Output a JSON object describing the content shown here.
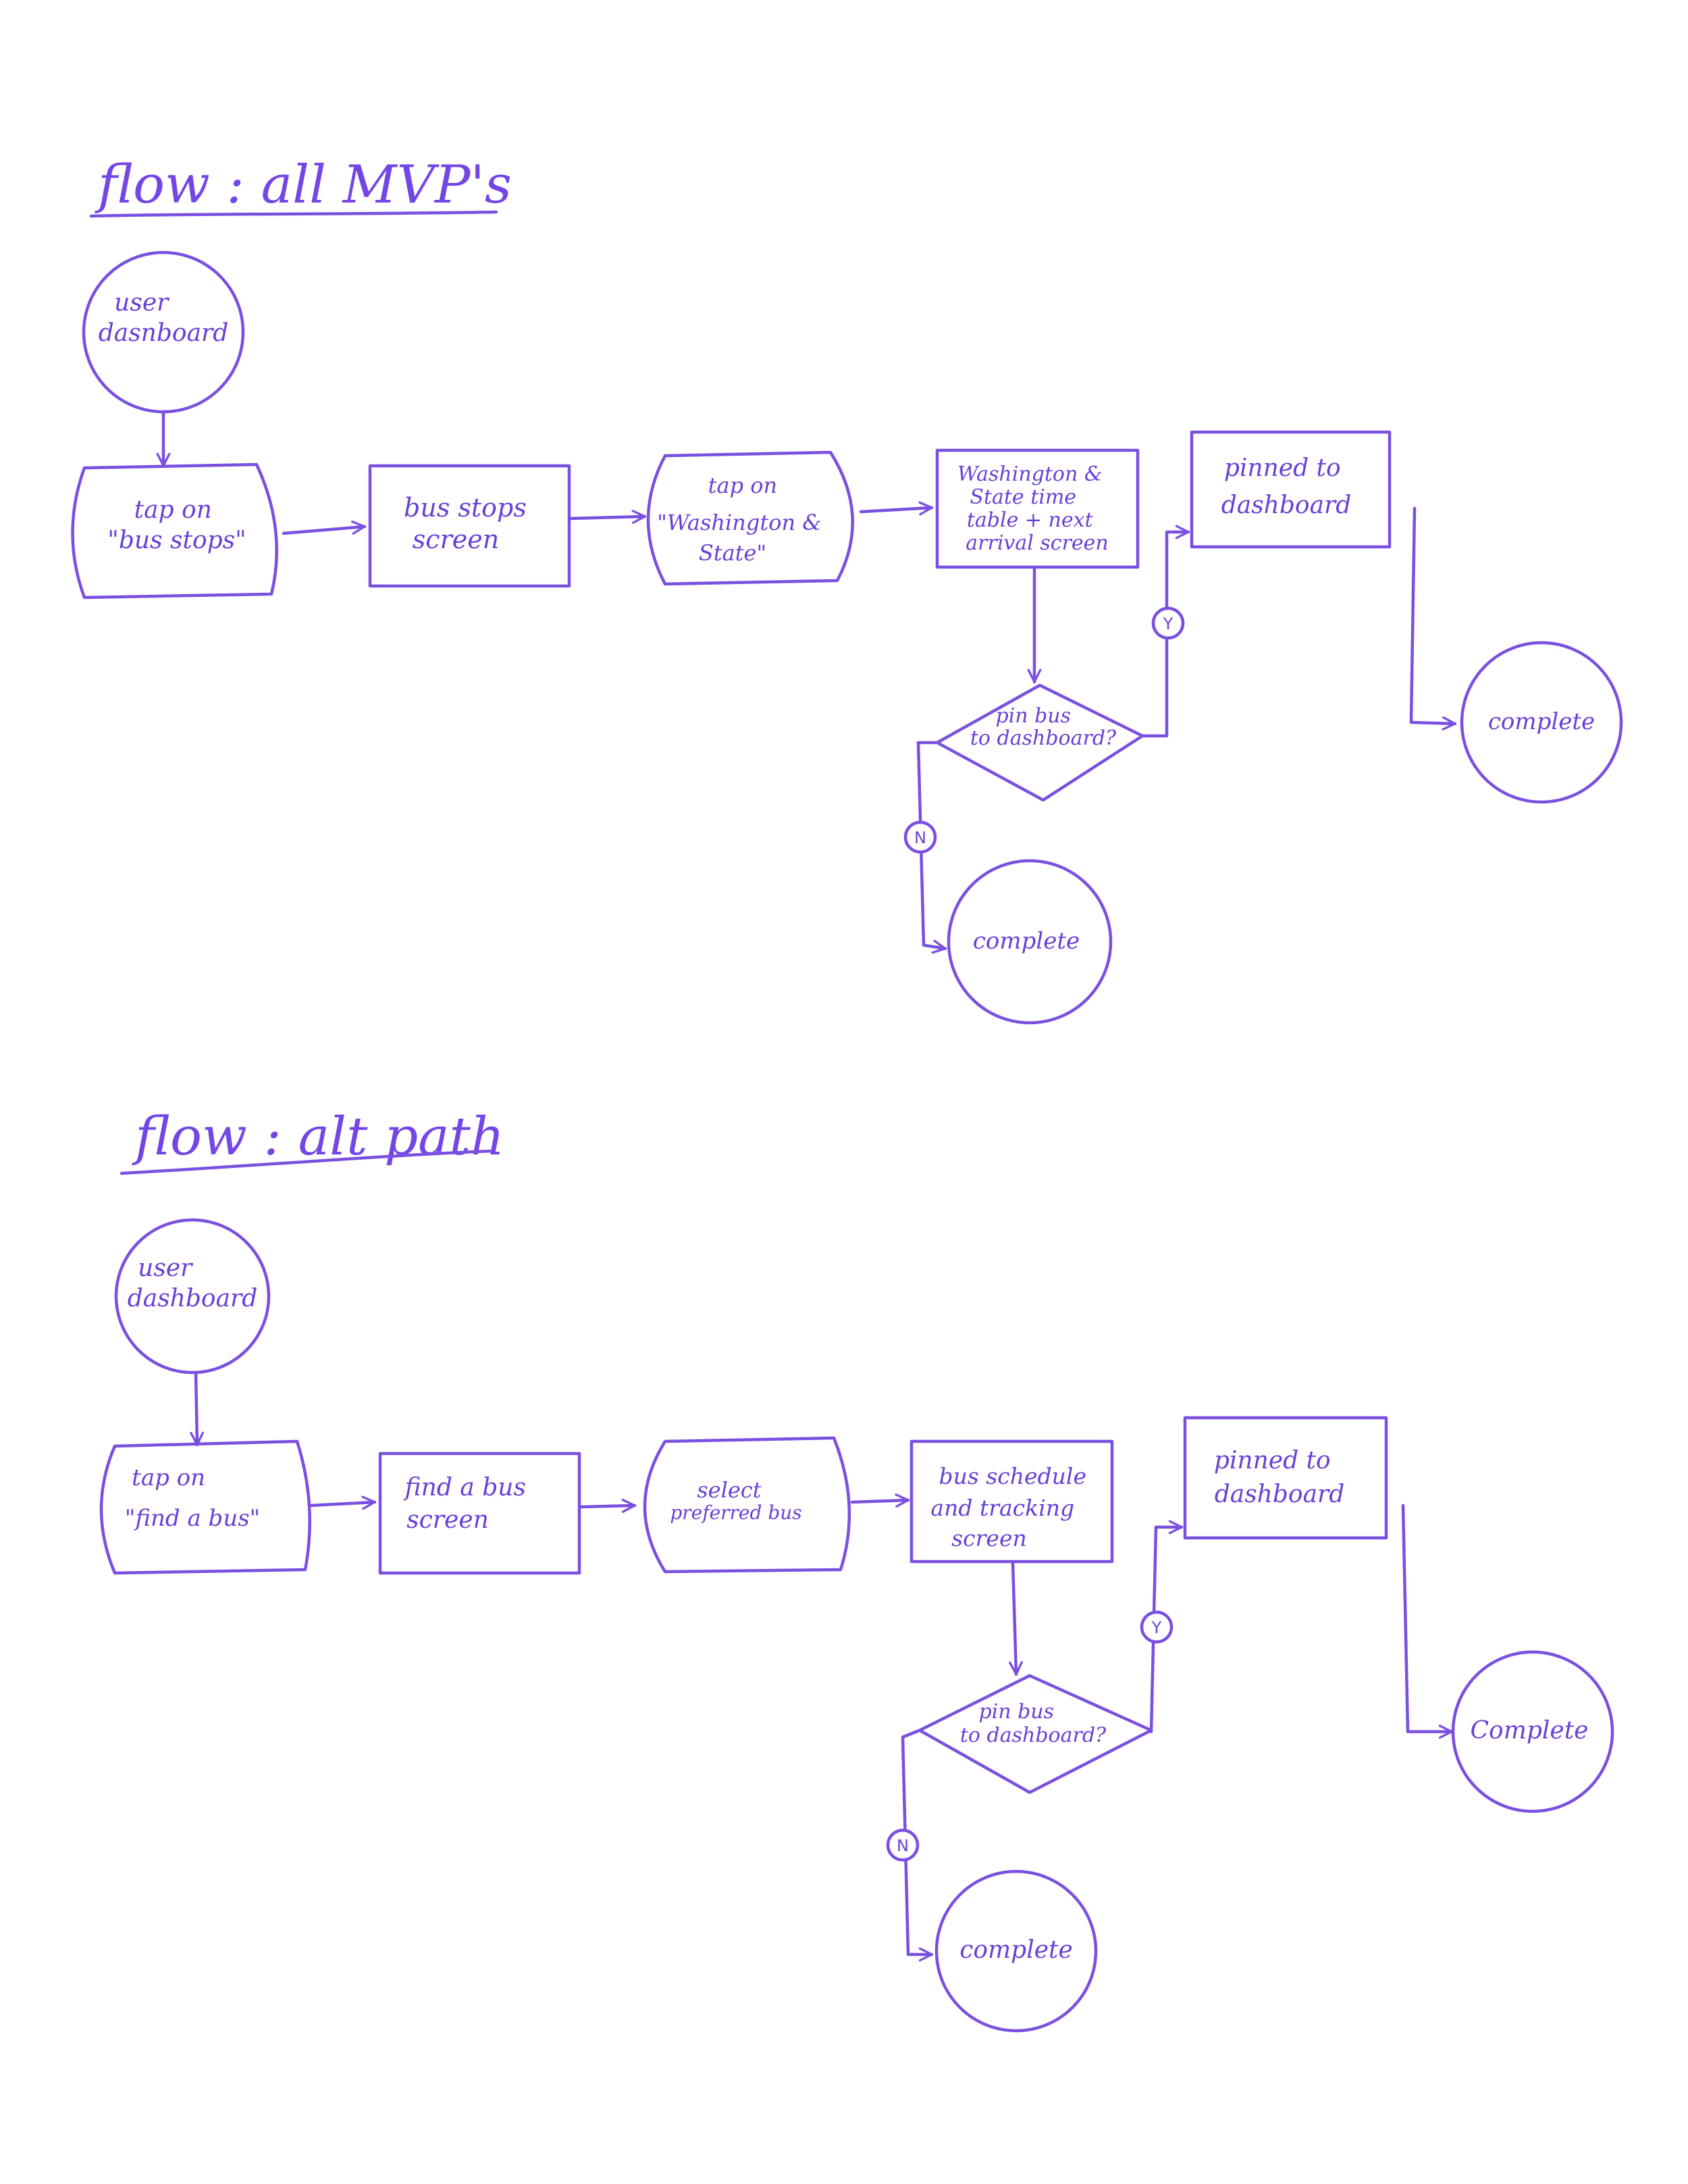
{
  "colors": {
    "ink": "#7b4fe0",
    "text": "#6a3fd6",
    "background": "#ffffff"
  },
  "flow1": {
    "title": "flow : all MVP's",
    "start": [
      "user",
      "dasnboard"
    ],
    "tap_bus_stops": [
      "tap on",
      "\"bus stops\""
    ],
    "bus_stops_screen": [
      "bus stops",
      "screen"
    ],
    "tap_washington": [
      "tap on",
      "\"Washington &",
      "State\""
    ],
    "timetable_screen": [
      "Washington &",
      "State time",
      "table + next",
      "arrival screen"
    ],
    "decision": [
      "pin bus",
      "to dashboard?"
    ],
    "pinned": [
      "pinned to",
      "dashboard"
    ],
    "complete_yes": "complete",
    "complete_no": "complete",
    "yes_label": "Y",
    "no_label": "N"
  },
  "flow2": {
    "title": "flow : alt path",
    "start": [
      "user",
      "dashboard"
    ],
    "tap_find_bus": [
      "tap on",
      "\"find a bus\""
    ],
    "find_bus_screen": [
      "find a bus",
      "screen"
    ],
    "select_bus": [
      "select",
      "preferred bus"
    ],
    "schedule_screen": [
      "bus schedule",
      "and tracking",
      "screen"
    ],
    "decision": [
      "pin bus",
      "to dashboard?"
    ],
    "pinned": [
      "pinned to",
      "dashboard"
    ],
    "complete_yes": "Complete",
    "complete_no": "complete",
    "yes_label": "Y",
    "no_label": "N"
  }
}
